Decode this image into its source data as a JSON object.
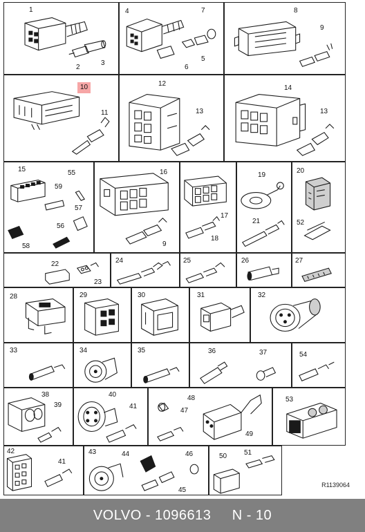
{
  "diagram": {
    "reference": "R1139064",
    "callouts": {
      "c1": "1",
      "c2": "2",
      "c3": "3",
      "c4": "4",
      "c5": "5",
      "c6": "6",
      "c7": "7",
      "c8": "8",
      "c9a": "9",
      "c9b": "9",
      "c10": "10",
      "c11": "11",
      "c12": "12",
      "c13a": "13",
      "c13b": "13",
      "c14": "14",
      "c15": "15",
      "c16": "16",
      "c17": "17",
      "c18": "18",
      "c19": "19",
      "c20": "20",
      "c21": "21",
      "c22": "22",
      "c23": "23",
      "c24": "24",
      "c25": "25",
      "c26": "26",
      "c27": "27",
      "c28": "28",
      "c29": "29",
      "c30": "30",
      "c31": "31",
      "c32": "32",
      "c33": "33",
      "c34": "34",
      "c35": "35",
      "c36": "36",
      "c37": "37",
      "c38": "38",
      "c39": "39",
      "c40": "40",
      "c41a": "41",
      "c41b": "41",
      "c42": "42",
      "c43": "43",
      "c44": "44",
      "c45": "45",
      "c46": "46",
      "c47": "47",
      "c48": "48",
      "c49": "49",
      "c50": "50",
      "c51": "51",
      "c52": "52",
      "c53": "53",
      "c54": "54",
      "c55": "55",
      "c56": "56",
      "c57": "57",
      "c58": "58",
      "c59": "59"
    },
    "highlight_color": "#f6a6a6"
  },
  "footer": {
    "brand": "VOLVO",
    "sep": "-",
    "part_number": "1096613",
    "section": "N - 10"
  }
}
